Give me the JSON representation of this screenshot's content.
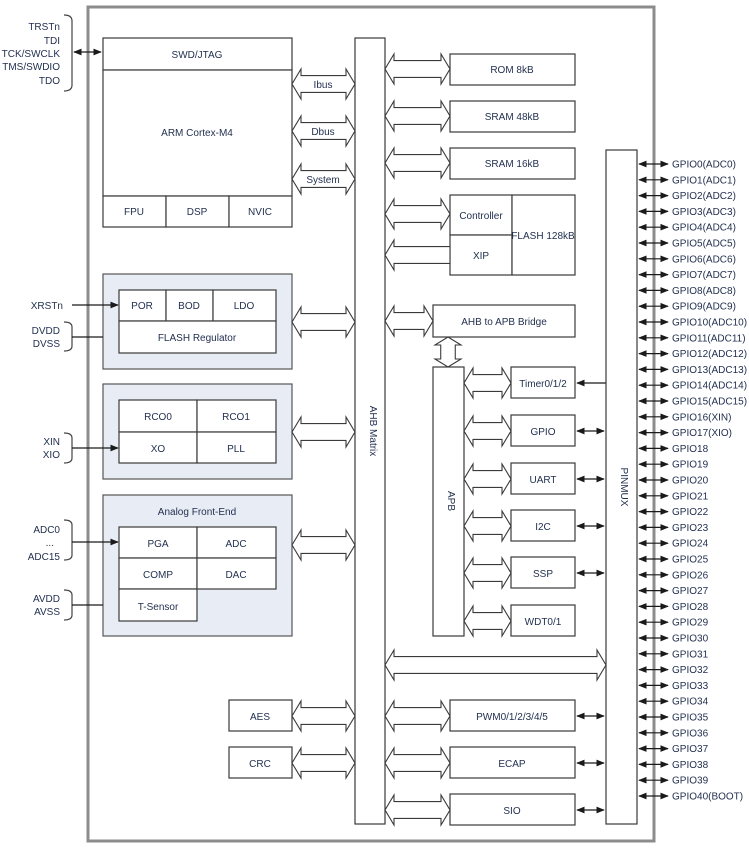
{
  "title": "MCU Block Diagram",
  "core": {
    "debug": "SWD/JTAG",
    "cpu": "ARM Cortex-M4",
    "sub": [
      "FPU",
      "DSP",
      "NVIC"
    ],
    "buses": [
      "Ibus",
      "Dbus",
      "System"
    ]
  },
  "debug_pins": [
    "TRSTn",
    "TDI",
    "TCK/SWCLK",
    "TMS/SWDIO",
    "TDO"
  ],
  "power": {
    "cells": [
      "POR",
      "BOD",
      "LDO"
    ],
    "regulator": "FLASH Regulator",
    "reset_pin": "XRSTn",
    "supply_pins": [
      "DVDD",
      "DVSS"
    ]
  },
  "clock": {
    "cells": [
      "RCO0",
      "RCO1",
      "XO",
      "PLL"
    ],
    "pins": [
      "XIN",
      "XIO"
    ]
  },
  "afe": {
    "title": "Analog Front-End",
    "cells": [
      "PGA",
      "ADC",
      "COMP",
      "DAC",
      "T-Sensor"
    ],
    "adc_pins": [
      "ADC0",
      "...",
      "ADC15"
    ],
    "supply_pins": [
      "AVDD",
      "AVSS"
    ]
  },
  "ahb_matrix": "AHB Matrix",
  "memory": {
    "rom": "ROM 8kB",
    "sram0": "SRAM 48kB",
    "sram1": "SRAM 16kB",
    "flash_controller": "Controller",
    "flash_xip": "XIP",
    "flash": "FLASH 128kB"
  },
  "bridge": "AHB to APB Bridge",
  "apb": "APB",
  "apb_peripherals": [
    "Timer0/1/2",
    "GPIO",
    "UART",
    "I2C",
    "SSP",
    "WDT0/1"
  ],
  "ahb_peripherals_left": [
    "AES",
    "CRC"
  ],
  "ahb_peripherals_right": [
    "PWM0/1/2/3/4/5",
    "ECAP",
    "SIO"
  ],
  "pinmux": "PINMUX",
  "gpio_pins": [
    "GPIO0(ADC0)",
    "GPIO1(ADC1)",
    "GPIO2(ADC2)",
    "GPIO3(ADC3)",
    "GPIO4(ADC4)",
    "GPIO5(ADC5)",
    "GPIO6(ADC6)",
    "GPIO7(ADC7)",
    "GPIO8(ADC8)",
    "GPIO9(ADC9)",
    "GPIO10(ADC10)",
    "GPIO11(ADC11)",
    "GPIO12(ADC12)",
    "GPIO13(ADC13)",
    "GPIO14(ADC14)",
    "GPIO15(ADC15)",
    "GPIO16(XIN)",
    "GPIO17(XIO)",
    "GPIO18",
    "GPIO19",
    "GPIO20",
    "GPIO21",
    "GPIO22",
    "GPIO23",
    "GPIO24",
    "GPIO25",
    "GPIO26",
    "GPIO27",
    "GPIO28",
    "GPIO29",
    "GPIO30",
    "GPIO31",
    "GPIO32",
    "GPIO33",
    "GPIO34",
    "GPIO35",
    "GPIO36",
    "GPIO37",
    "GPIO38",
    "GPIO39",
    "GPIO40(BOOT)"
  ]
}
